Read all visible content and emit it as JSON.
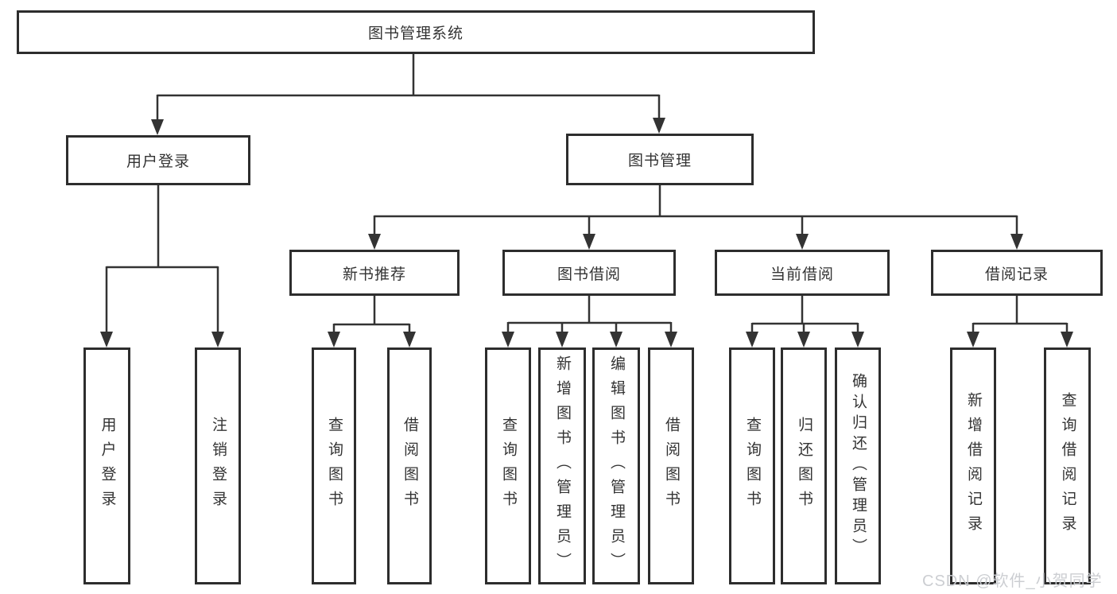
{
  "diagram": {
    "title": "图书管理系统",
    "nodes": {
      "root": "图书管理系统",
      "login": "用户登录",
      "manage": "图书管理",
      "newbook": "新书推荐",
      "borrow": "图书借阅",
      "current": "当前借阅",
      "records": "借阅记录"
    },
    "leaves": {
      "login": [
        "用户登录",
        "注销登录"
      ],
      "newbook": [
        "查询图书",
        "借阅图书"
      ],
      "borrow": [
        "查询图书",
        "新增图书（管理员）",
        "编辑图书（管理员）",
        "借阅图书"
      ],
      "current": [
        "查询图书",
        "归还图书",
        "确认归还（管理员）"
      ],
      "records": [
        "新增借阅记录",
        "查询借阅记录"
      ]
    },
    "colors": {
      "line": "#333333",
      "box_border": "#2d2d2d",
      "box_fill": "#ffffff",
      "text": "#333333",
      "background": "#ffffff",
      "watermark": "#c9cbd0"
    }
  },
  "watermark": {
    "text": "CSDN @软件_小贺同学"
  }
}
